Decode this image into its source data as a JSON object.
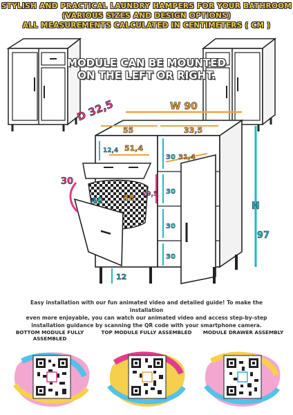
{
  "header": {
    "line1": "STYLISH AND PRACTICAL LAUNDRY HAMPERS FOR YOUR BATHROOM",
    "line2": "(VARIOUS SIZES AND DESIGN OPTIONS)",
    "line3": "ALL MEASUREMENTS CALCULATED IN CENTIMETERS ( CM )"
  },
  "mount_note": {
    "line1": "MODULE CAN BE MOUNTED",
    "line2": "ON THE LEFT OR RIGHT."
  },
  "dimensions": {
    "depth": "D 32,5",
    "width": "W 90",
    "left_section_width": "55",
    "right_section_width": "33,5",
    "drawer_height": "12,4",
    "drawer_width": "51,4",
    "shelf_depth": "31,4",
    "shelf_height_top": "30",
    "shelf_height_mid": "30",
    "shelf_height_low": "30",
    "shelf_height_bottom": "30",
    "shelf_gap": "29,5",
    "tilt_angle": "30",
    "hamper_depth": "40",
    "hamper_width": "48",
    "height_label": "H",
    "height_value": "97",
    "leg_height": "12"
  },
  "description": {
    "line1": "Easy installation with our fun animated video and detailed guide! To make the installation",
    "line2": "even more enjoyable, you can watch our animated video and access step-by-step",
    "line3": "installation guidance by scanning the QR code with your smartphone camera."
  },
  "qr_sections": [
    {
      "title": "BOTTOM MODULE FULLY ASSEMBLED"
    },
    {
      "title": "TOP MODULE FULLY ASSEMBLED"
    },
    {
      "title": "MODULE DRAWER ASSEMBLY"
    }
  ],
  "colors": {
    "header_text": "#f2c94c",
    "dimension_orange": "#f0a23a",
    "dimension_teal": "#22b7c6",
    "dimension_pink": "#e43b8c",
    "outline": "#222222"
  }
}
